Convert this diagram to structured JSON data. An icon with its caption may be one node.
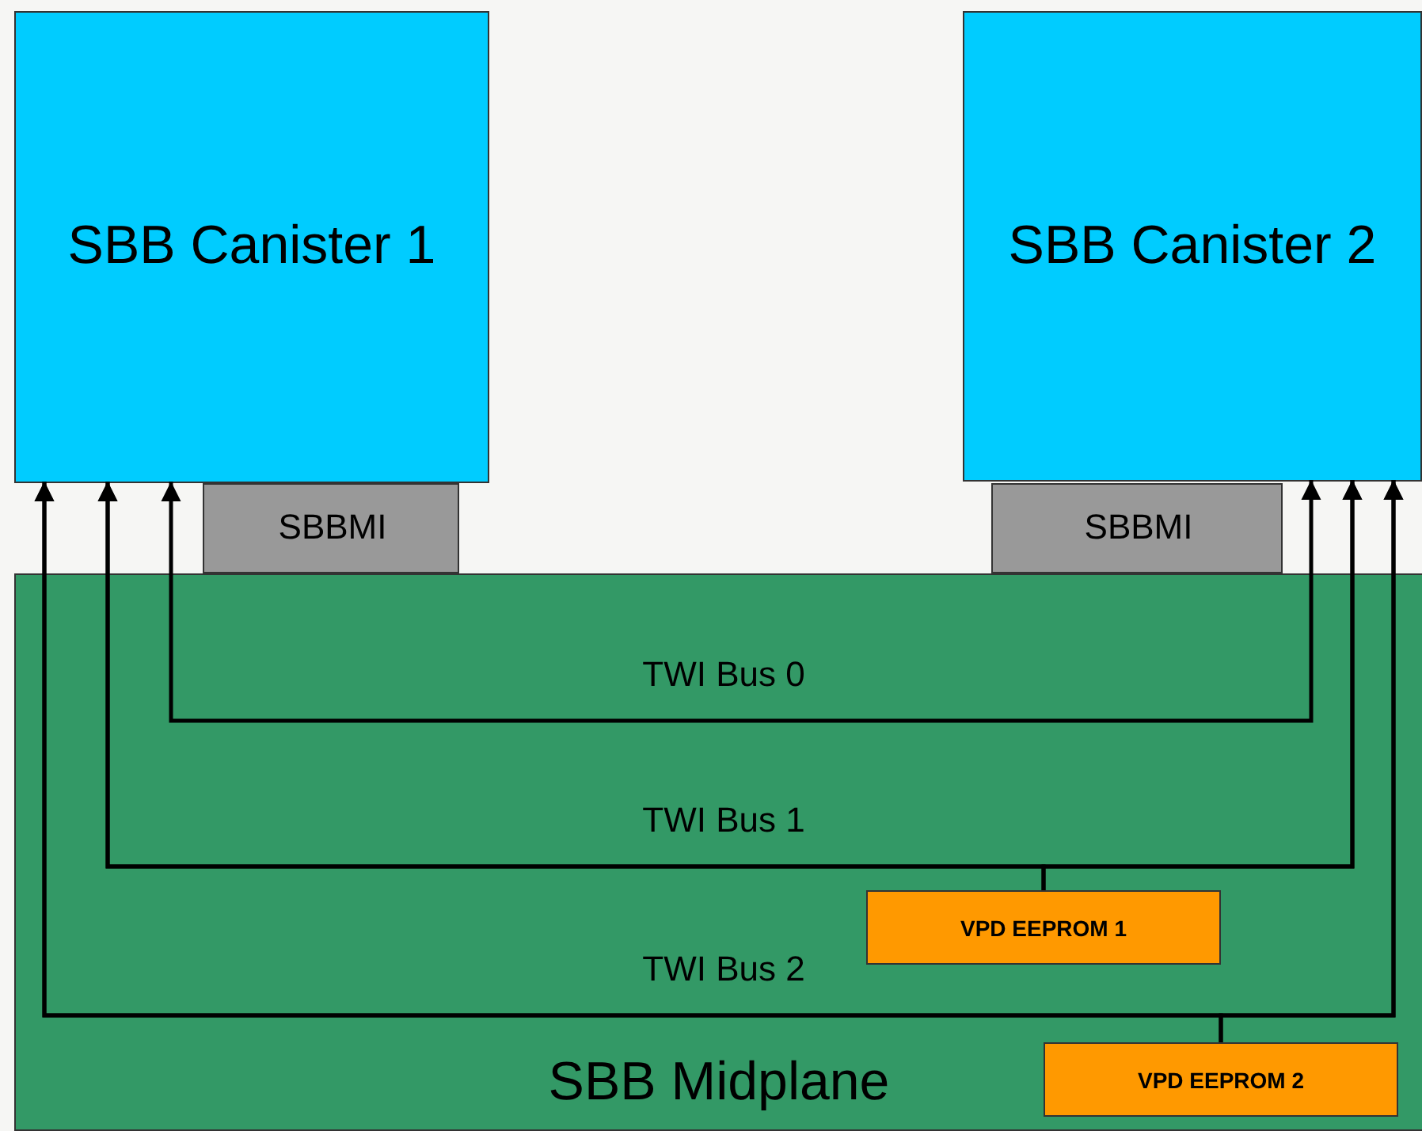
{
  "diagram": {
    "nodes": [
      {
        "text": [
          "SBB Midplane"
        ]
      },
      {
        "text": [
          "SBB Canister 1"
        ]
      },
      {
        "text": [
          "SBB Canister 2"
        ]
      },
      {
        "text": [
          "SBBMI"
        ]
      },
      {
        "text": [
          "SBBMI"
        ]
      },
      {
        "text": [
          "VPD EEPROM 1"
        ],
        "in": 0
      },
      {
        "text": [
          "VPD EEPROM 2"
        ],
        "in": 0
      }
    ],
    "edges": [
      {
        "from": 1,
        "to": 2,
        "arrow": "both",
        "label": "TWI Bus 0"
      },
      {
        "from": 1,
        "to": 2,
        "arrow": "both",
        "label": "TWI Bus 1"
      },
      {
        "from": 5,
        "to": 1,
        "arrow": "to"
      },
      {
        "from": 5,
        "to": 2,
        "arrow": "to"
      },
      {
        "from": 1,
        "to": 2,
        "arrow": "both",
        "label": "TWI Bus 2"
      },
      {
        "from": 6,
        "to": 1,
        "arrow": "to"
      },
      {
        "from": 6,
        "to": 2,
        "arrow": "to"
      }
    ]
  }
}
